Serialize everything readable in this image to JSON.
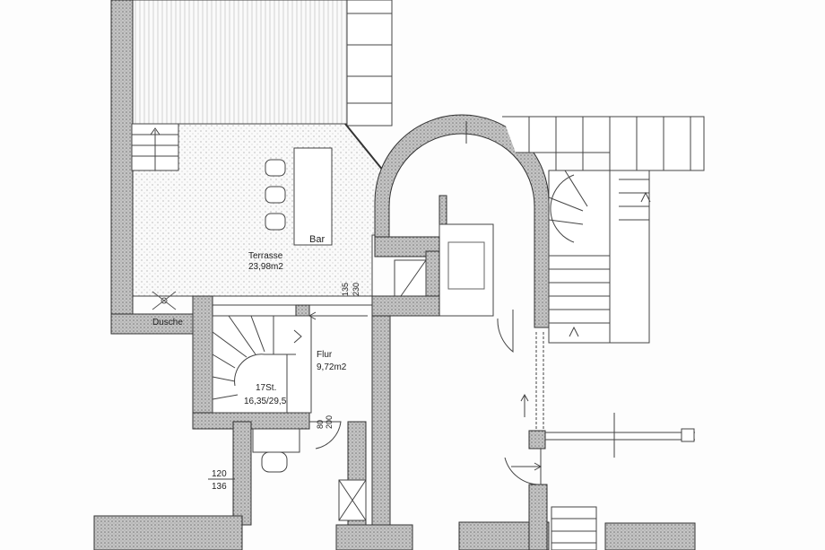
{
  "rooms": {
    "bar": "Bar",
    "terrace_name": "Terrasse",
    "terrace_area": "23,98m2",
    "shower": "Dusche",
    "hall_name": "Flur",
    "hall_area": "9,72m2"
  },
  "stair": {
    "steps": "17St.",
    "ratio": "16,35/29,5"
  },
  "openings": {
    "door_top_width": "135",
    "door_top_height": "230",
    "door_small_width": "80",
    "door_small_height": "200",
    "window_width": "120",
    "window_height": "136"
  },
  "colors": {
    "line": "#333333",
    "wall_fill": "#bdbdbd",
    "hatch": "#7a7a7a",
    "paper": "#fdfdfd"
  }
}
